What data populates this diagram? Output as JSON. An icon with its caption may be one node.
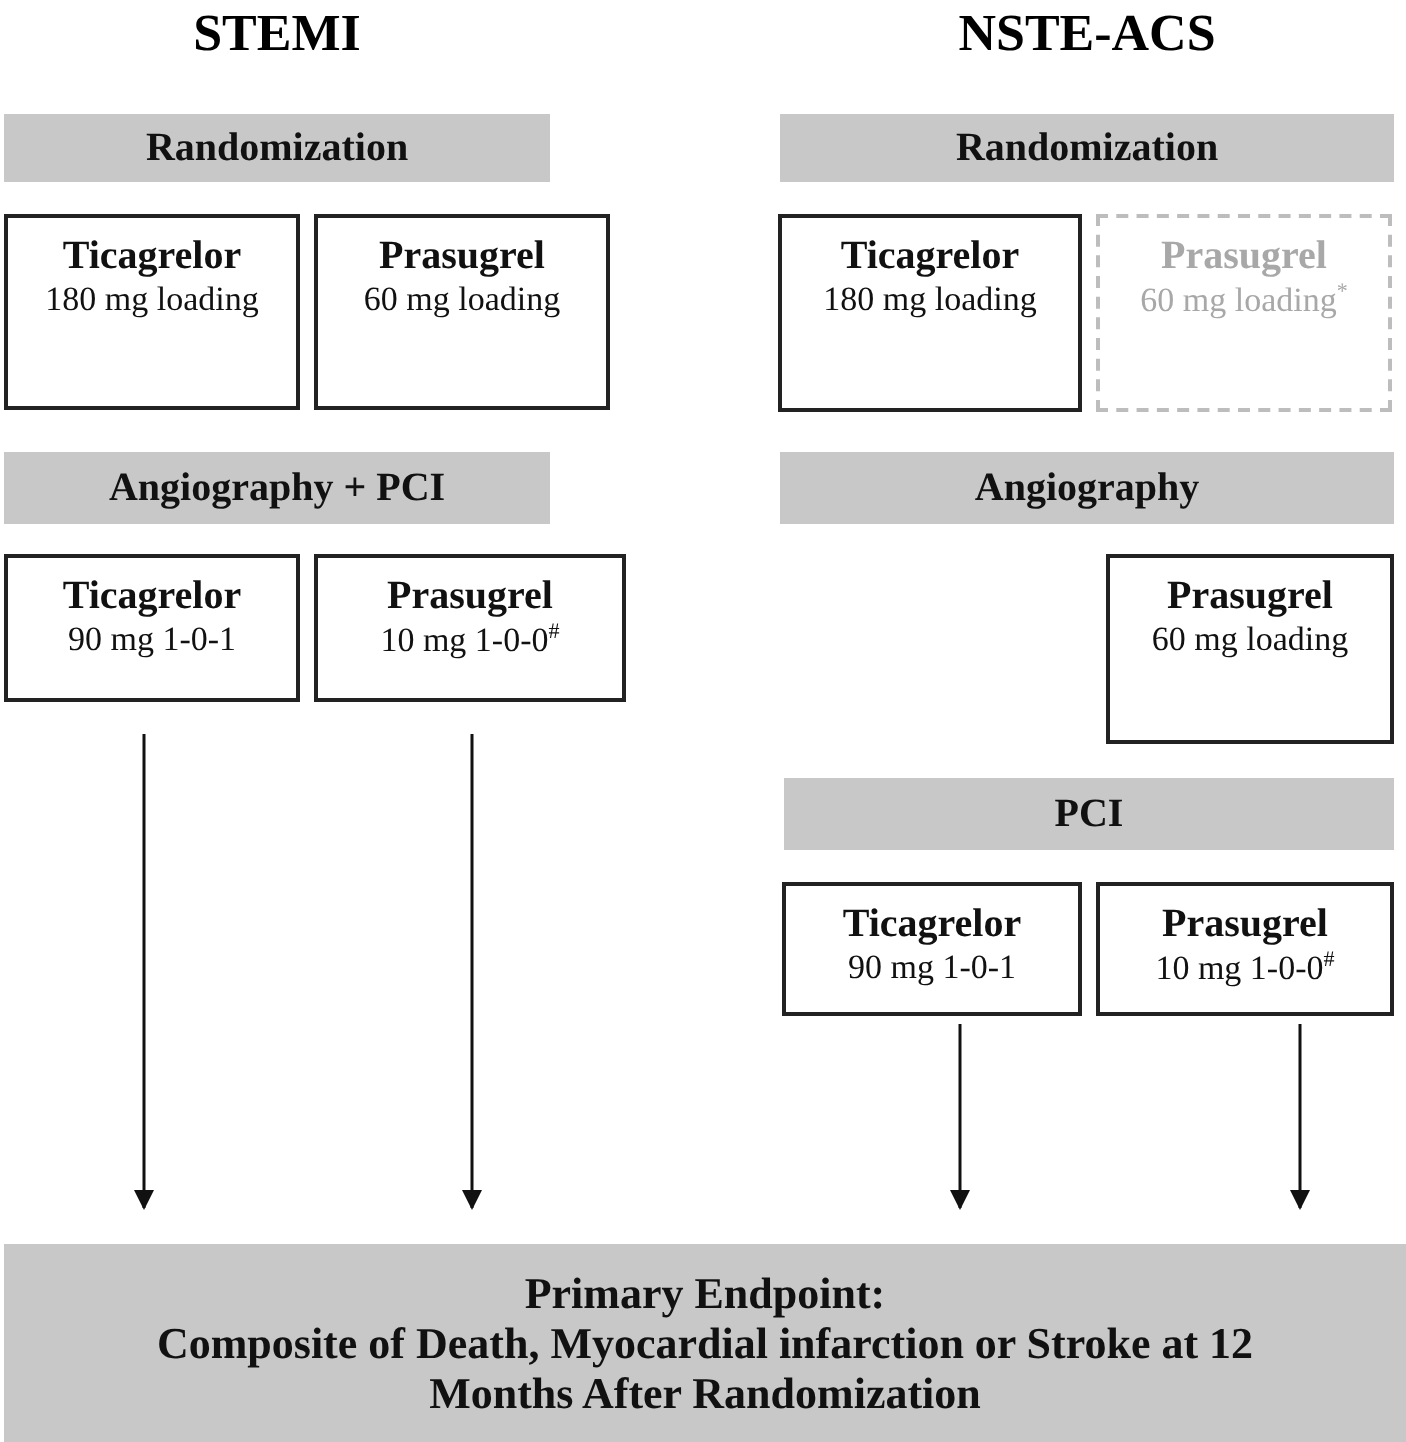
{
  "diagram": {
    "nodes": [
      {
        "text": [
          "Randomization"
        ]
      },
      {
        "text": [
          "Ticagrelor",
          "180 mg loading"
        ]
      },
      {
        "text": [
          "Prasugrel",
          "60 mg loading"
        ]
      },
      {
        "text": [
          "Angiography + PCI"
        ]
      },
      {
        "text": [
          "Ticagrelor",
          "90 mg 1-0-1"
        ]
      },
      {
        "text": [
          "Prasugrel",
          "10 mg 1-0-0$^{#}$"
        ]
      },
      {
        "text": [
          "Randomization"
        ]
      },
      {
        "text": [
          "Ticagrelor",
          "180 mg loading"
        ]
      },
      {
        "text": [
          "Prasugrel",
          "60 mg loading$^{*}$"
        ]
      },
      {
        "text": [
          "Angiography"
        ]
      },
      {
        "text": [
          "Prasugrel",
          "60 mg loading"
        ]
      },
      {
        "text": [
          "PCI"
        ]
      },
      {
        "text": [
          "Ticagrelor",
          "90 mg 1-0-1"
        ]
      },
      {
        "text": [
          "Prasugrel",
          "10 mg 1-0-0$^{#}$"
        ]
      },
      {
        "text": [
          "Primary Endpoint:",
          "Composite of Death, Myocardial infarction or Stroke at 12 Months After Randomization"
        ]
      }
    ],
    "edges": [
      {
        "from": 4,
        "to": 14,
        "arrow": "to"
      },
      {
        "from": 5,
        "to": 14,
        "arrow": "to"
      },
      {
        "from": 12,
        "to": 14,
        "arrow": "to"
      },
      {
        "from": 13,
        "to": 14,
        "arrow": "to"
      }
    ],
    "labels": [
      "STEMI",
      "NSTE-ACS"
    ]
  }
}
